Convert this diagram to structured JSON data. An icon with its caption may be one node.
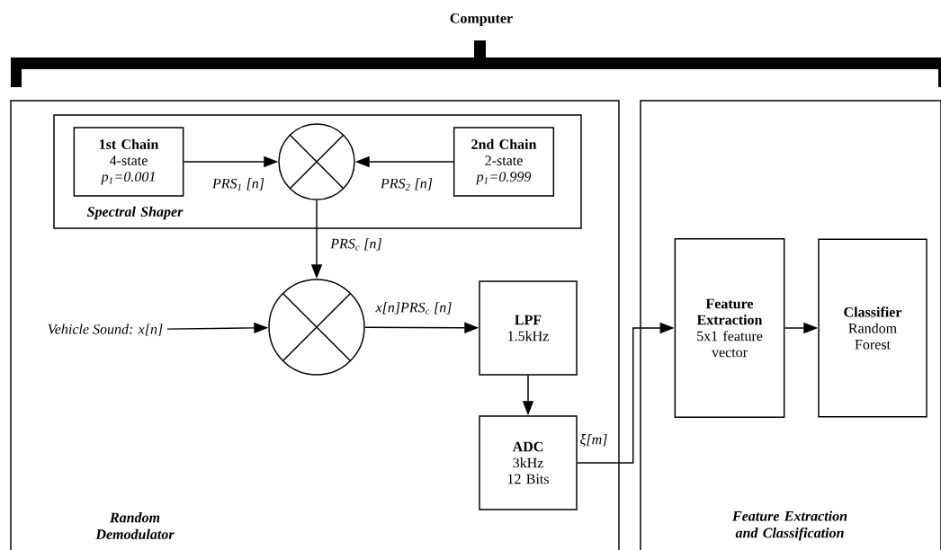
{
  "diagram": {
    "title": "Computer",
    "nodes": [
      {
        "text": [
          "Random Demodulator"
        ]
      },
      {
        "text": [
          "Spectral Shaper"
        ],
        "in": 0
      },
      {
        "text": [
          "1st Chain",
          "4-state",
          "p$_{1}$=0.001"
        ],
        "in": 1
      },
      {
        "text": [],
        "shape": "circle",
        "in": 1
      },
      {
        "text": [
          "2nd Chain",
          "2-state",
          "p$_{1}$=0.999"
        ],
        "in": 1
      },
      {
        "text": [
          "Vehicle Sound: x[n]"
        ],
        "in": 0
      },
      {
        "text": [],
        "shape": "circle",
        "in": 0
      },
      {
        "text": [
          "LPF",
          "1.5kHz"
        ],
        "in": 0
      },
      {
        "text": [
          "ADC",
          "3kHz",
          "12 Bits"
        ],
        "in": 0
      },
      {
        "text": [
          "Feature Extraction and Classification"
        ]
      },
      {
        "text": [
          "Feature Extraction",
          "5x1 feature vector"
        ],
        "in": 9
      },
      {
        "text": [
          "Classifier",
          "Random Forest"
        ],
        "in": 9
      }
    ],
    "edges": [
      {
        "from": 2,
        "to": 3,
        "arrow": "to",
        "label": "PRS$_{1}$ [n]"
      },
      {
        "from": 4,
        "to": 3,
        "arrow": "to",
        "label": "PRS$_{2}$ [n]"
      },
      {
        "from": 3,
        "to": 6,
        "arrow": "to",
        "label": "PRS$_{c}$ [n]"
      },
      {
        "from": 5,
        "to": 6,
        "arrow": "to"
      },
      {
        "from": 6,
        "to": 7,
        "arrow": "to",
        "label": "x[n]PRS$_{c}$ [n]"
      },
      {
        "from": 7,
        "to": 8,
        "arrow": "to"
      },
      {
        "from": 8,
        "to": 10,
        "arrow": "to",
        "label": "ξ[m]"
      },
      {
        "from": 10,
        "to": 11,
        "arrow": "to"
      }
    ]
  }
}
